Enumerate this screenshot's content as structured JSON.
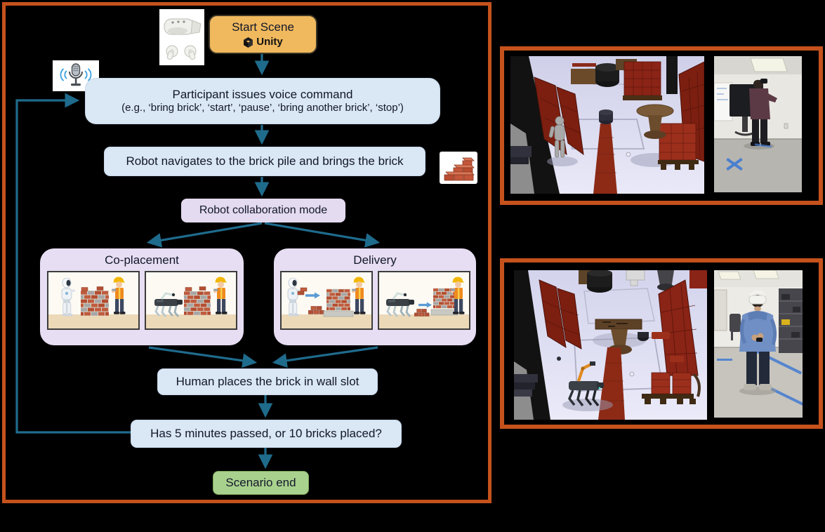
{
  "flowchart": {
    "border_color": "#C5521C",
    "arrow_color": "#1F6B8C",
    "nodes": {
      "start": {
        "label": "Start Scene",
        "unity_label": "Unity",
        "fill": "#F0B95D"
      },
      "voice_command": {
        "line1": "Participant issues voice command",
        "line2": "(e.g., ‘bring brick’, ‘start’, ‘pause’, ‘bring another brick’, ‘stop’)",
        "fill": "#DAE7F4"
      },
      "navigate": {
        "label": "Robot navigates to the brick pile and brings the brick",
        "fill": "#DAE7F4"
      },
      "collaboration_mode": {
        "label": "Robot collaboration mode",
        "fill": "#E4DBF0"
      },
      "co_placement": {
        "label": "Co-placement",
        "fill": "#E7DEF3"
      },
      "delivery": {
        "label": "Delivery",
        "fill": "#E7DEF3"
      },
      "place_brick": {
        "label": "Human places the brick in wall slot",
        "fill": "#DAE7F4"
      },
      "check_end": {
        "label": "Has 5 minutes passed, or 10 bricks placed?",
        "fill": "#DAE7F4"
      },
      "scenario_end": {
        "label": "Scenario end",
        "fill": "#A9D18E"
      }
    },
    "icons": [
      "vr-headset-icon",
      "microphone-icon",
      "unity-logo-icon",
      "brick-pile-icon"
    ]
  },
  "panels": {
    "top": {
      "left_image": "virtual-warehouse-scene-with-avatar",
      "right_image": "participant-wearing-vr-headset-lab"
    },
    "bottom": {
      "left_image": "virtual-warehouse-scene-with-robot-dog",
      "right_image": "participant-wearing-vr-headset-hoodie"
    }
  }
}
